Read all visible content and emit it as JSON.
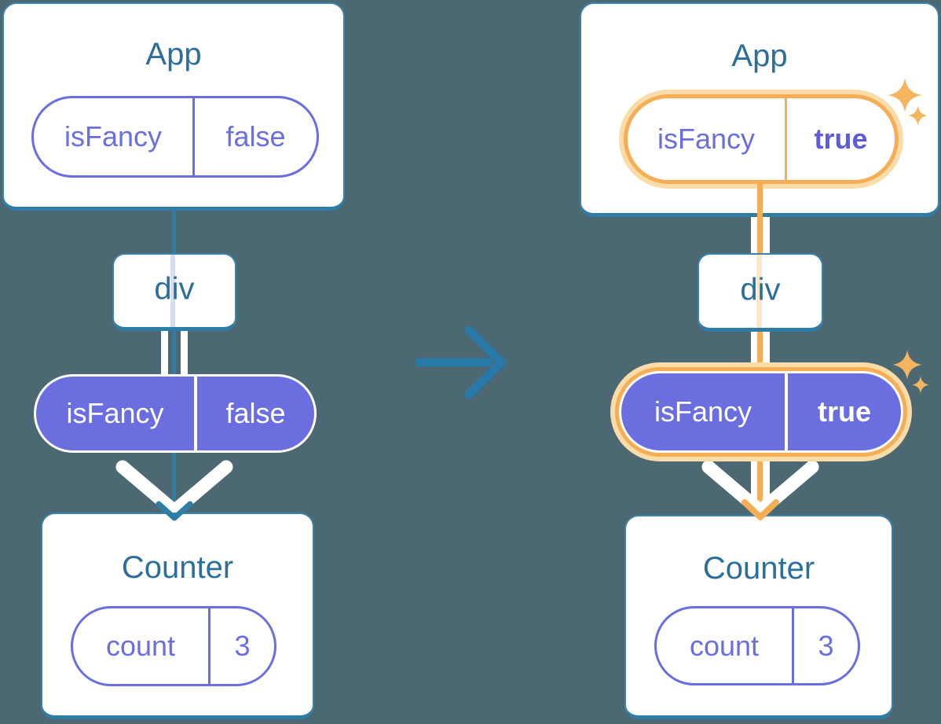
{
  "diagram_title": "React prop flow: App passes isFancy through div to Counter (before and after isFancy becomes true)",
  "colors": {
    "background": "#4C6973",
    "card_border_blue": "#2E7DA7",
    "title_text_blue": "#2C6F9B",
    "purple": "#6B6EDF",
    "purple_bold_value": "#5F5CDB",
    "orange_highlight": "#F5AE55",
    "orange_glow": "#FBDCA9",
    "sparkle": "#F5B45F",
    "white": "#ffffff"
  },
  "icons": {
    "sparkle": "four-point-star",
    "transition_arrow": "right-arrow",
    "arrowhead": "down-chevron"
  },
  "trees": {
    "left": {
      "app": {
        "title": "App",
        "prop_key": "isFancy",
        "prop_value": "false"
      },
      "div_label": "div",
      "prop": {
        "key": "isFancy",
        "value": "false"
      },
      "counter": {
        "title": "Counter",
        "state_key": "count",
        "state_value": "3"
      }
    },
    "right": {
      "app": {
        "title": "App",
        "prop_key": "isFancy",
        "prop_value": "true"
      },
      "div_label": "div",
      "prop": {
        "key": "isFancy",
        "value": "true"
      },
      "counter": {
        "title": "Counter",
        "state_key": "count",
        "state_value": "3"
      }
    }
  }
}
